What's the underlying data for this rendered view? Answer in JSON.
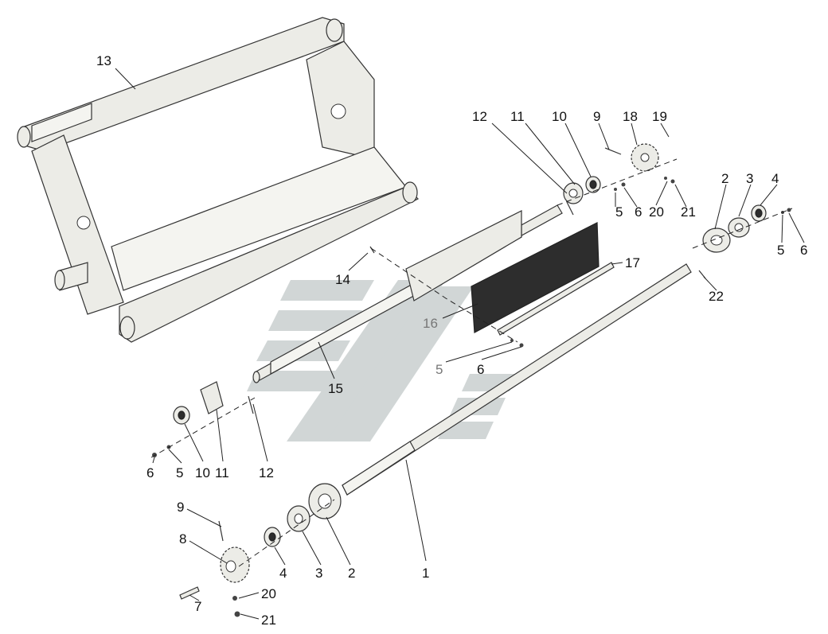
{
  "labels": {
    "l1": "1",
    "l2a": "2",
    "l2b": "2",
    "l3a": "3",
    "l3b": "3",
    "l4a": "4",
    "l4b": "4",
    "l5a": "5",
    "l5b": "5",
    "l5c": "5",
    "l5d": "5",
    "l6a": "6",
    "l6b": "6",
    "l6c": "6",
    "l6d": "6",
    "l7": "7",
    "l8": "8",
    "l9a": "9",
    "l9b": "9",
    "l10a": "10",
    "l10b": "10",
    "l11a": "11",
    "l11b": "11",
    "l12a": "12",
    "l12b": "12",
    "l13": "13",
    "l14": "14",
    "l15": "15",
    "l16": "16",
    "l17": "17",
    "l18": "18",
    "l19": "19",
    "l20a": "20",
    "l20b": "20",
    "l21a": "21",
    "l21b": "21",
    "l22": "22"
  },
  "colors": {
    "watermark": "#c9cfcf",
    "part_fill": "#ecece7",
    "dark_plate": "#2d2d2d"
  }
}
